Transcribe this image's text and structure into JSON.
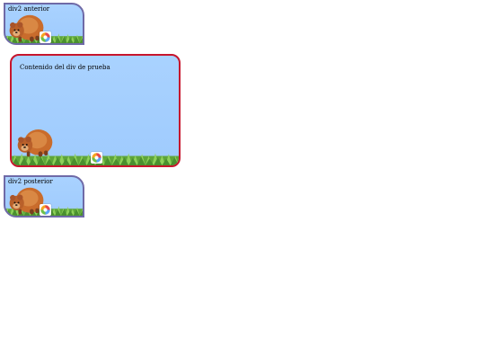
{
  "boxes": {
    "top": {
      "label": "div2 anterior"
    },
    "main": {
      "label": "Contenido del div de prueba"
    },
    "bottom": {
      "label": "div2 posterior"
    }
  },
  "colors": {
    "sky": "#a9d2ff",
    "small_border": "#6f6aa7",
    "main_border": "#c7152c",
    "grass": "#6cb83a",
    "bear": "#d47b34"
  },
  "icons": {
    "character": "bear-icon",
    "badge": "round-color-badge-icon",
    "ground": "grass-icon"
  }
}
